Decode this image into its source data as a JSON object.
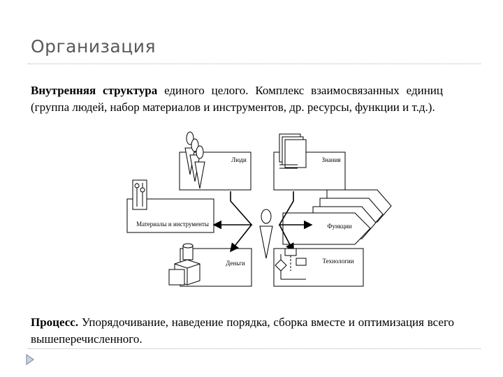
{
  "slide": {
    "title": "Организация",
    "para1": {
      "bold": "Внутренняя структура",
      "text": " единого целого. Комплекс взаимосвязанных единиц (группа людей, набор материалов и инструментов, др. ресурсы, функции и т.д.)."
    },
    "para2": {
      "bold": "Процесс.",
      "text": " Упорядочивание, наведение порядка, сборка вместе и оптимизация всего вышеперечисленного."
    }
  },
  "diagram": {
    "people": "Люди",
    "knowledge": "Знания",
    "materials": "Материалы и инструменты",
    "functions": "Функции",
    "money": "Деньги",
    "technologies": "Технологии"
  },
  "icons": [
    "people-icon",
    "documents-icon",
    "tools-icon",
    "chevrons-icon",
    "person-icon",
    "boxes-icon",
    "flowchart-icon",
    "bullet-arrow-icon"
  ]
}
